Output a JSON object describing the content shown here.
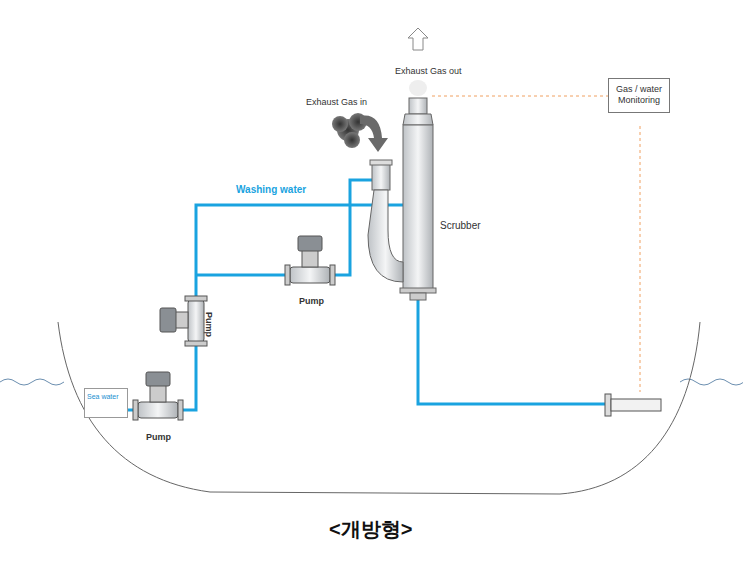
{
  "diagram": {
    "caption": "<개방형>",
    "nodes": [
      {
        "text": [
          "Gas / water Monitoring"
        ]
      },
      {
        "text": [
          "Sea water"
        ]
      }
    ],
    "labels": [
      "Exhaust Gas out",
      "Exhaust Gas in",
      "Washing water",
      "Scrubber",
      "Pump",
      "Pump",
      "Pump"
    ]
  }
}
